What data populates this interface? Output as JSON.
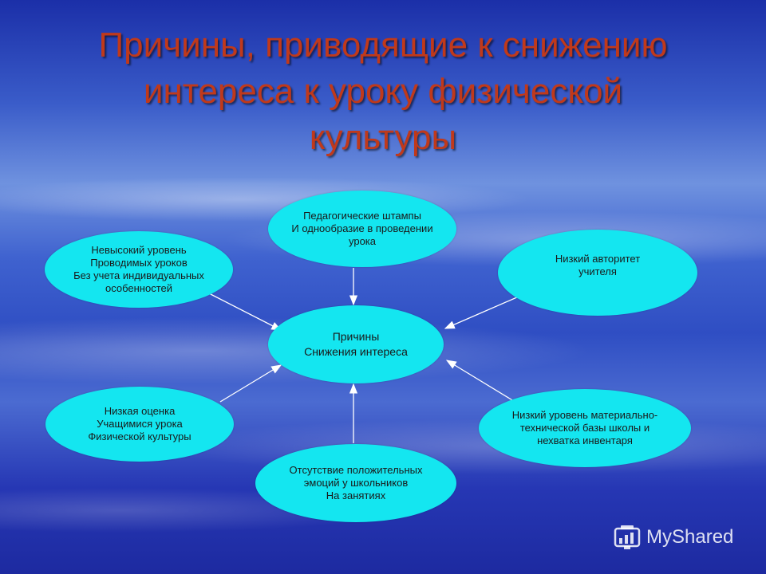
{
  "title": {
    "line1": "Причины, приводящие к снижению",
    "line2": "интереса к уроку физической",
    "line3": "культуры"
  },
  "center": {
    "line1": "Причины",
    "line2": "Снижения интереса"
  },
  "nodes": {
    "top": [
      "Педагогические штампы",
      "И однообразие в проведении",
      "урока"
    ],
    "top_left": [
      "Невысокий уровень",
      "Проводимых уроков",
      "Без учета индивидуальных",
      "особенностей"
    ],
    "top_right": [
      "Низкий авторитет",
      "учителя"
    ],
    "bottom_left": [
      "Низкая оценка",
      "Учащимися урока",
      "Физической культуры"
    ],
    "bottom": [
      "Отсутствие положительных",
      "эмоций у школьников",
      "На занятиях"
    ],
    "bottom_right": [
      "Низкий уровень материально-",
      "технической базы школы и",
      "нехватка инвентаря"
    ]
  },
  "colors": {
    "title": "#c0391b",
    "node_fill": "#14e6f0",
    "arrow": "#ffffff"
  },
  "watermark": {
    "icon": "myshared-logo-icon",
    "text": "MyShared"
  }
}
